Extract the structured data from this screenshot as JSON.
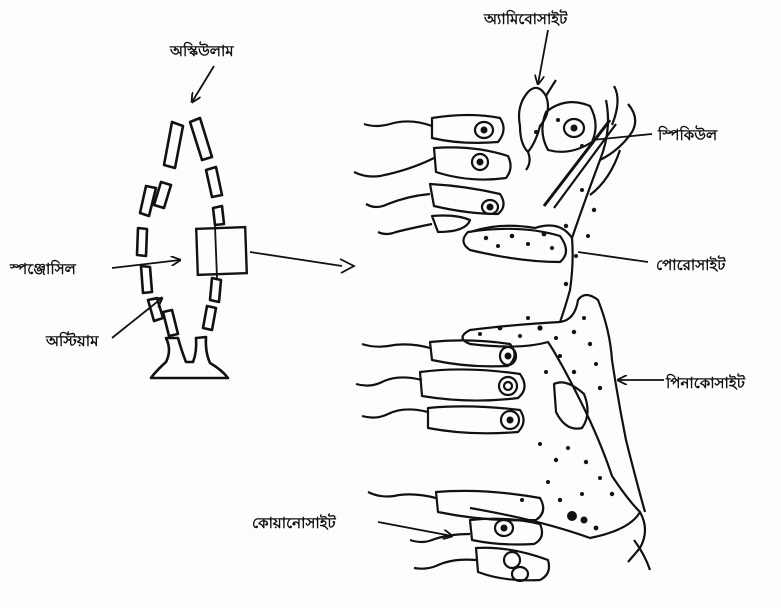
{
  "labels": {
    "osculum": "অস্কিউলাম",
    "amoebocyte": "অ্যামিবোসাইট",
    "spicule": "স্পিকিউল",
    "spongocoel": "স্পঞ্জোসিল",
    "porocyte": "পোরোসাইট",
    "ostium": "অস্টিয়াম",
    "pinacocyte": "পিনাকোসাইট",
    "choanocyte": "কোয়ানোসাইট"
  }
}
